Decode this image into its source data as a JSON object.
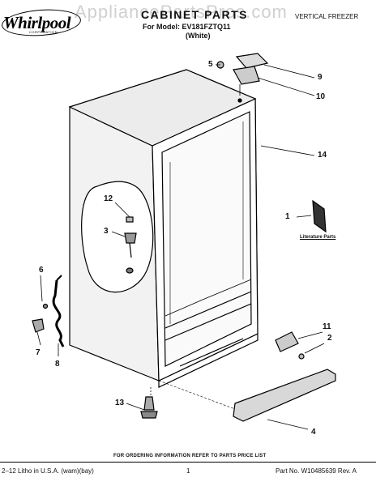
{
  "brand": {
    "name": "Whirlpool",
    "sub": "CORPORATION"
  },
  "watermark": "AppliancePartsPros.com",
  "header": {
    "title": "CABINET PARTS",
    "model_line": "For Model: EV181FZTQ11",
    "color": "(White)",
    "category": "VERTICAL FREEZER"
  },
  "callouts": [
    "5",
    "9",
    "10",
    "14",
    "1",
    "12",
    "3",
    "6",
    "7",
    "8",
    "11",
    "2",
    "13",
    "4"
  ],
  "literature_label": "Literature Parts",
  "order_note": "FOR ORDERING INFORMATION REFER TO PARTS PRICE LIST",
  "footer": {
    "left": "2–12 Litho in U.S.A. (wam)(bay)",
    "page": "1",
    "right": "Part No. W10485639 Rev. A"
  }
}
